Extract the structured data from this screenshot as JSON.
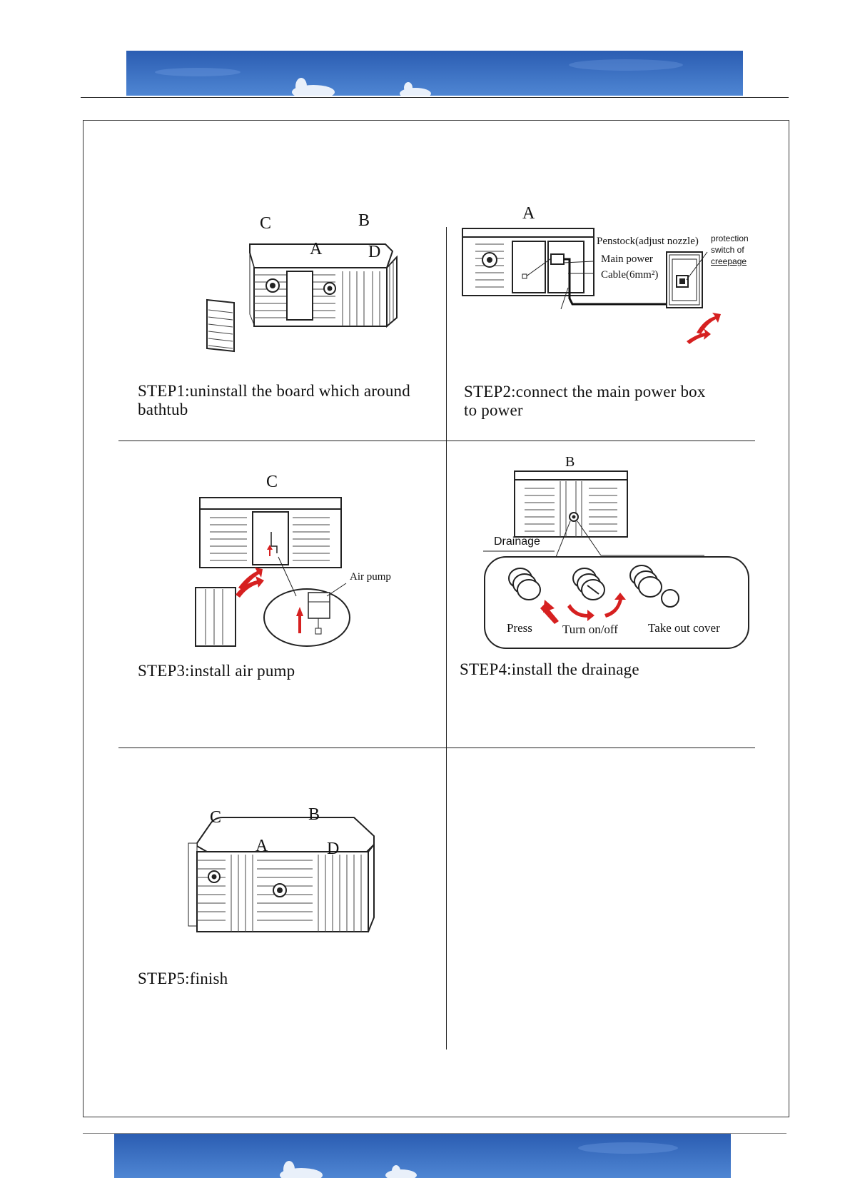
{
  "steps": {
    "step1": {
      "caption_l1": "STEP1:uninstall the board which around",
      "caption_l2": "bathtub"
    },
    "step2": {
      "caption_l1": "STEP2:connect the main power box",
      "caption_l2": "to power"
    },
    "step3": {
      "caption": "STEP3:install air pump"
    },
    "step4": {
      "caption": "STEP4:install the drainage"
    },
    "step5": {
      "caption": "STEP5:finish"
    }
  },
  "labels": {
    "a": "A",
    "b": "B",
    "c": "C",
    "d": "D",
    "penstock": "Penstock(adjust nozzle)",
    "main_power": "Main power",
    "cable": "Cable(6mm²)",
    "protection_l1": "protection",
    "protection_l2": "switch of",
    "protection_l3": "creepage",
    "air_pump": "Air pump",
    "drainage": "Drainage",
    "press": "Press",
    "turn": "Turn on/off",
    "take_out": "Take out cover"
  },
  "colors": {
    "banner_sky": "#3566b8",
    "arrow_red": "#d62020"
  }
}
